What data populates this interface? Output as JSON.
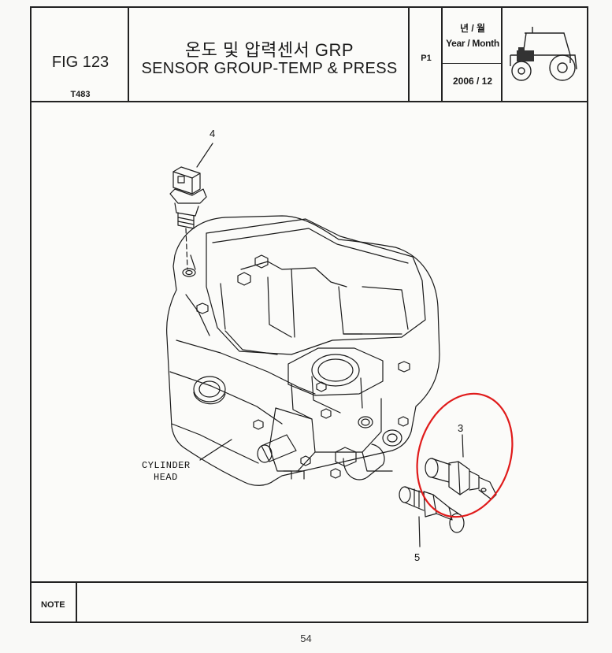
{
  "header": {
    "fig_number": "FIG 123",
    "fig_code": "T483",
    "title_korean": "온도 및 압력센서 GRP",
    "title_english": "SENSOR GROUP-TEMP & PRESS",
    "page_code": "P1",
    "year_month_korean": "년 / 월",
    "year_month_label": "Year / Month",
    "date": "2006 / 12"
  },
  "drawing": {
    "callouts": [
      "4",
      "3",
      "5"
    ],
    "annotation_line1": "CYLINDER",
    "annotation_line2": "HEAD",
    "highlight_color": "#e01b1b",
    "line_color": "#1a1a1a"
  },
  "note": {
    "label": "NOTE",
    "text": ""
  },
  "page_number": "54"
}
